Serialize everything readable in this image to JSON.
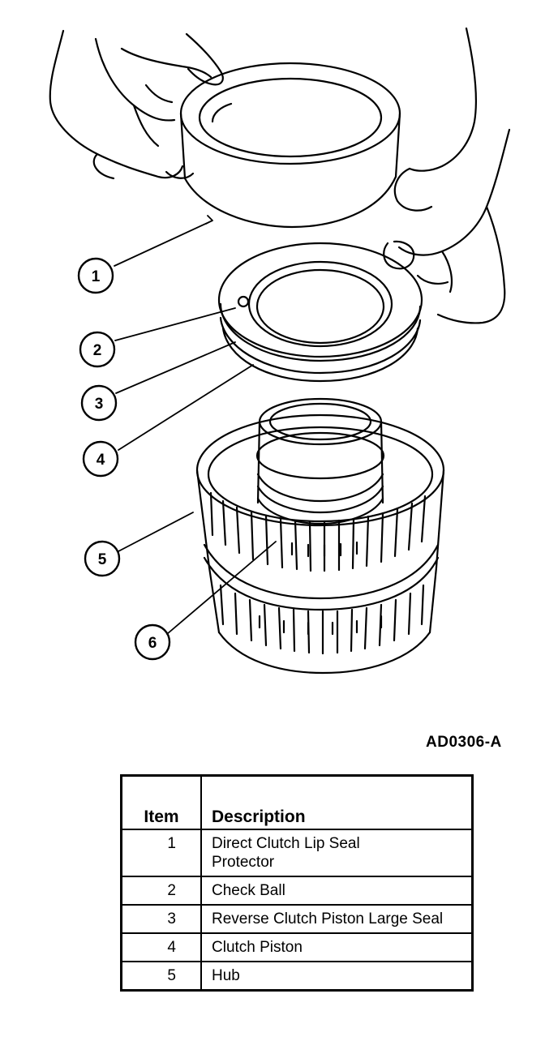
{
  "figure": {
    "reference_code": "AD0306-A",
    "callouts": [
      "1",
      "2",
      "3",
      "4",
      "5",
      "6"
    ]
  },
  "legend": {
    "headers": {
      "item": "Item",
      "description": "Description"
    },
    "rows": [
      {
        "item": "1",
        "description": "Direct Clutch Lip Seal Protector"
      },
      {
        "item": "2",
        "description": "Check Ball"
      },
      {
        "item": "3",
        "description": "Reverse Clutch Piston Large Seal"
      },
      {
        "item": "4",
        "description": "Clutch Piston"
      },
      {
        "item": "5",
        "description": "Hub"
      }
    ]
  }
}
